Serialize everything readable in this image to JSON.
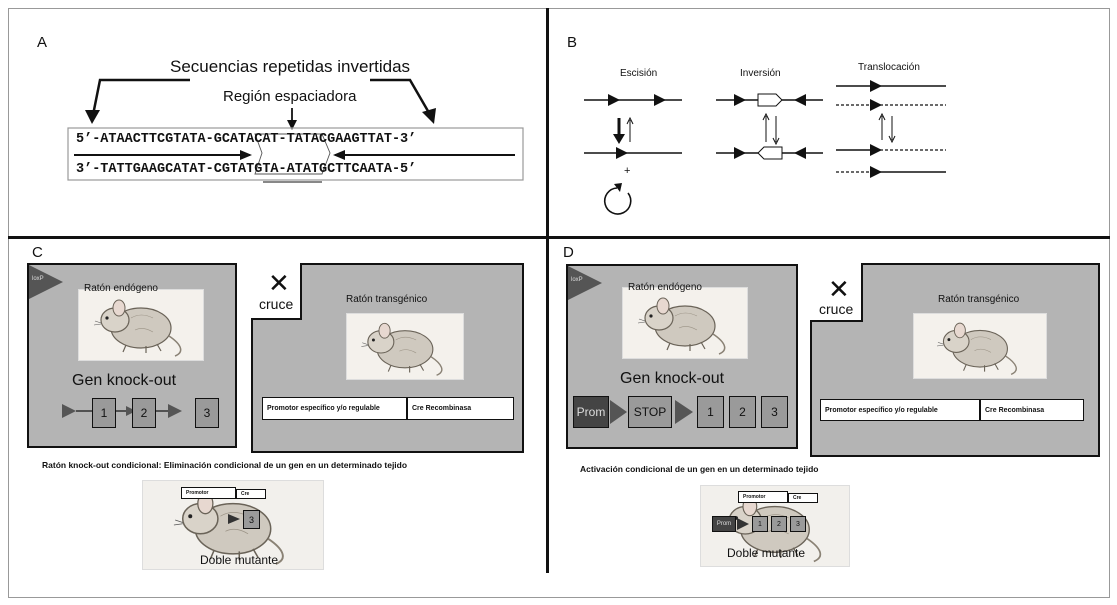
{
  "panels": {
    "a": {
      "label": "A",
      "title": "Secuencias repetidas invertidas",
      "subtitle": "Región espaciadora",
      "seq_top": "5’-ATAACTTCGTATA-GCATACAT-TATACGAAGTTAT-3’",
      "seq_bottom": "3’-TATTGAAGCATAT-CGTATGTA-ATATGCTTCAATA-5’"
    },
    "b": {
      "label": "B",
      "excision": "Escisión",
      "inversion": "Inversión",
      "translocation": "Translocación",
      "plus": "+"
    },
    "c": {
      "label": "C",
      "loxp_tag": "loxP",
      "endogenous": "Ratón endógeno",
      "cross_label": "cruce",
      "transgenic": "Ratón transgénico",
      "knockout_title": "Gen knock-out",
      "exons": [
        "1",
        "2",
        "3"
      ],
      "promoter_text": "Promotor específico y/o regulable",
      "cre_text": "Cre Recombinasa",
      "caption": "Ratón knock-out condicional:  Eliminación condicional  de un gen en un determinado tejido",
      "mini_promoter": "Promotor",
      "mini_cre": "Cre",
      "mini_exon": "3",
      "double_mutant": "Doble mutante"
    },
    "d": {
      "label": "D",
      "loxp_tag": "loxP",
      "endogenous": "Ratón endógeno",
      "cross_label": "cruce",
      "transgenic": "Ratón transgénico",
      "knockout_title": "Gen knock-out",
      "prom": "Prom",
      "stop": "STOP",
      "exons": [
        "1",
        "2",
        "3"
      ],
      "promoter_text": "Promotor específico y/o regulable",
      "cre_text": "Cre Recombinasa",
      "caption": "Activación condicional de un gen en un determinado tejido",
      "mini_promoter": "Promotor",
      "mini_cre": "Cre",
      "mini_prom": "Prom",
      "mini_exons": [
        "1",
        "2",
        "3"
      ],
      "double_mutant": "Doble mutante"
    }
  },
  "colors": {
    "panel_gray": "#b4b4b4",
    "box_gray": "#9a9a9a",
    "dark_box": "#444444",
    "line": "#111111"
  }
}
